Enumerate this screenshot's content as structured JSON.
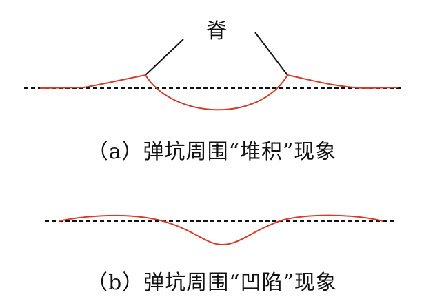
{
  "colors": {
    "profile": "#d93a2a",
    "reference_line": "#111111",
    "leader": "#111111",
    "text": "#111111"
  },
  "labels": {
    "ridge": "脊",
    "caption_a": "（a）弹坑周围“堆积”现象",
    "caption_b": "（b）弹坑周围“凹陷”现象"
  }
}
